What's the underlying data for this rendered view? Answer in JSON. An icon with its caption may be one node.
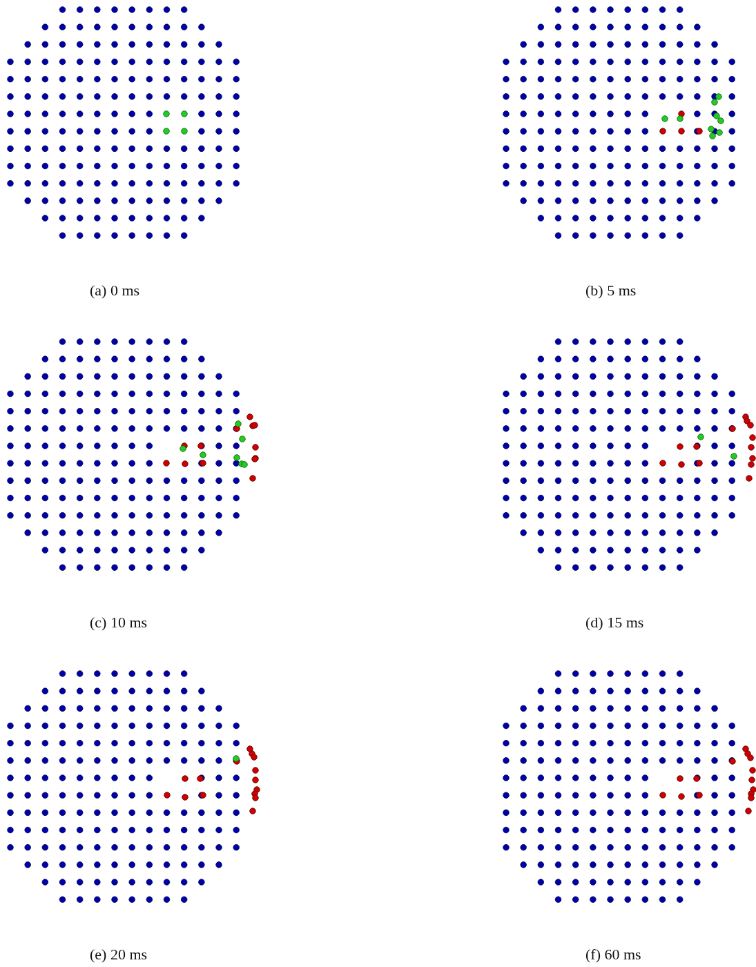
{
  "diagram": {
    "labels": [
      "(a) 0 ms",
      "(b) 5 ms",
      "(c) 10 ms",
      "(d) 15 ms",
      "(e) 20 ms",
      "(f) 60 ms"
    ]
  }
}
